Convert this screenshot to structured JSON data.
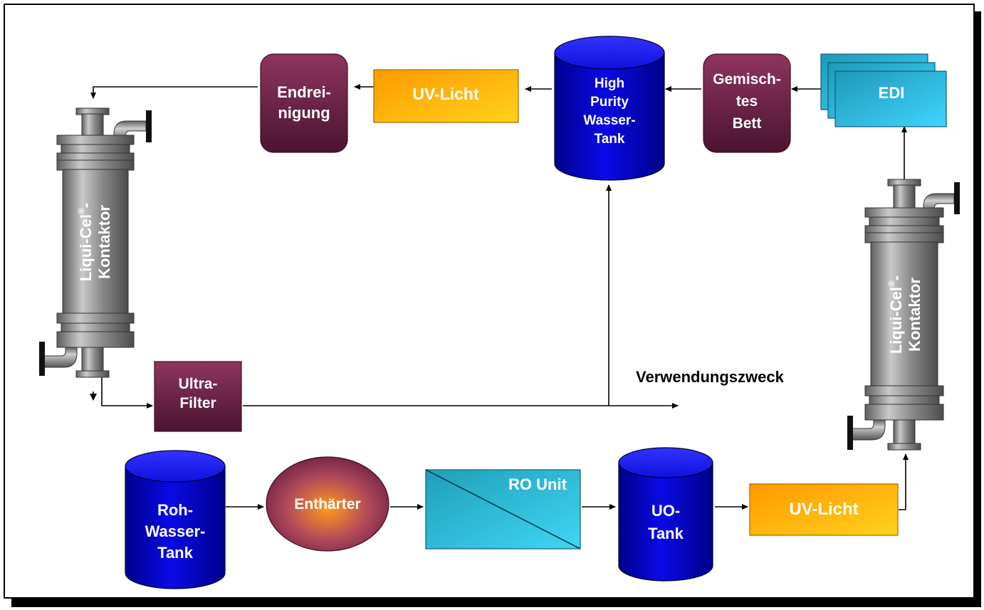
{
  "diagram": {
    "nodes": {
      "endreinigung": [
        "Endrei-",
        "nigung"
      ],
      "uv_top": "UV-Licht",
      "high_purity_tank": [
        "High",
        "Purity",
        "Wasser-",
        "Tank"
      ],
      "mixed_bed": [
        "Gemisch-",
        "tes",
        "Bett"
      ],
      "edi": "EDI",
      "contactor_left": [
        "Liqui-Cel",
        "-",
        "Kontaktor"
      ],
      "contactor_right": [
        "Liqui-Cel",
        "-",
        "Kontaktor"
      ],
      "registered_mark": "®",
      "ultra_filter": [
        "Ultra-",
        "Filter"
      ],
      "point_of_use": "Verwendungszweck",
      "raw_water_tank": [
        "Roh-",
        "Wasser-",
        "Tank"
      ],
      "softener": "Enthärter",
      "ro_unit": "RO Unit",
      "uo_tank": [
        "UO-",
        "Tank"
      ],
      "uv_bottom": "UV-Licht"
    },
    "colors": {
      "tank_blue": "#0000cc",
      "uv_orange": "#ffaa00",
      "purple": "#7a2a55",
      "edi_cyan": "#19b3e0",
      "ro_cyan": "#2bbfe0",
      "contactor_grey": "#8c8c8c"
    }
  }
}
